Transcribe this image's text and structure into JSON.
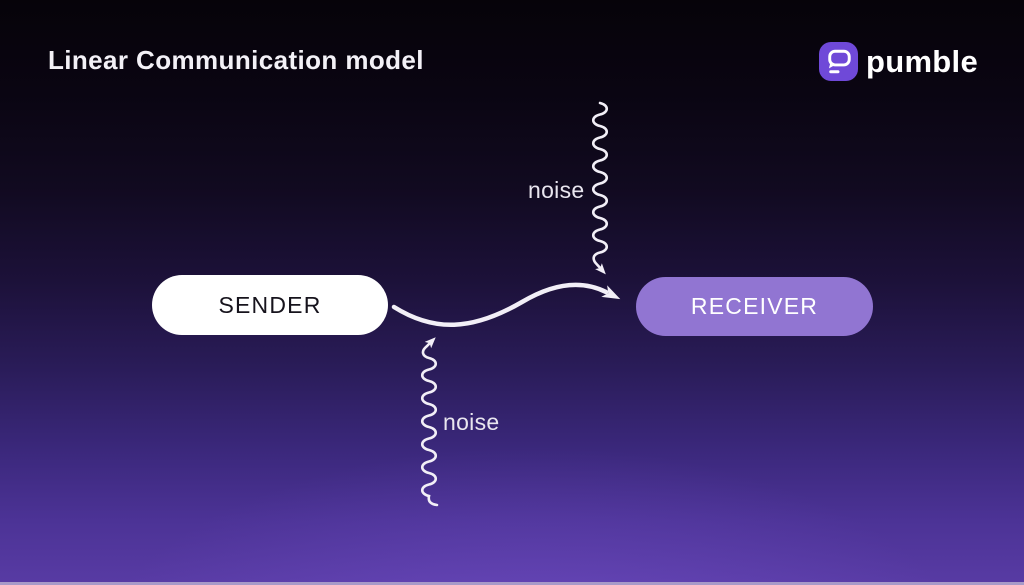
{
  "page": {
    "title": "Linear Communication model"
  },
  "brand": {
    "name": "pumble",
    "icon": "chat-bubble-icon",
    "icon_bg_color": "#6f49d8",
    "wordmark_color": "#ffffff"
  },
  "diagram": {
    "type": "communication-flow",
    "sender": {
      "label": "SENDER",
      "bg_color": "#ffffff",
      "text_color": "#16131c"
    },
    "receiver": {
      "label": "RECEIVER",
      "bg_color": "#9175d2",
      "text_color": "#ffffff"
    },
    "message_arrow": {
      "from": "sender",
      "to": "receiver",
      "style": "s-curve",
      "color": "#f2eff7"
    },
    "noise_top": {
      "label": "noise",
      "style": "wavy-line-arrow-down",
      "points_to": "message-arrow"
    },
    "noise_bottom": {
      "label": "noise",
      "style": "wavy-line-arrow-up",
      "points_to": "message-arrow"
    }
  },
  "colors": {
    "background_top": "#060309",
    "background_bottom": "#583ba4",
    "bottom_strip": "#a79ac8",
    "title_text": "#f3f1f7",
    "noise_text": "#e9e6ef"
  }
}
